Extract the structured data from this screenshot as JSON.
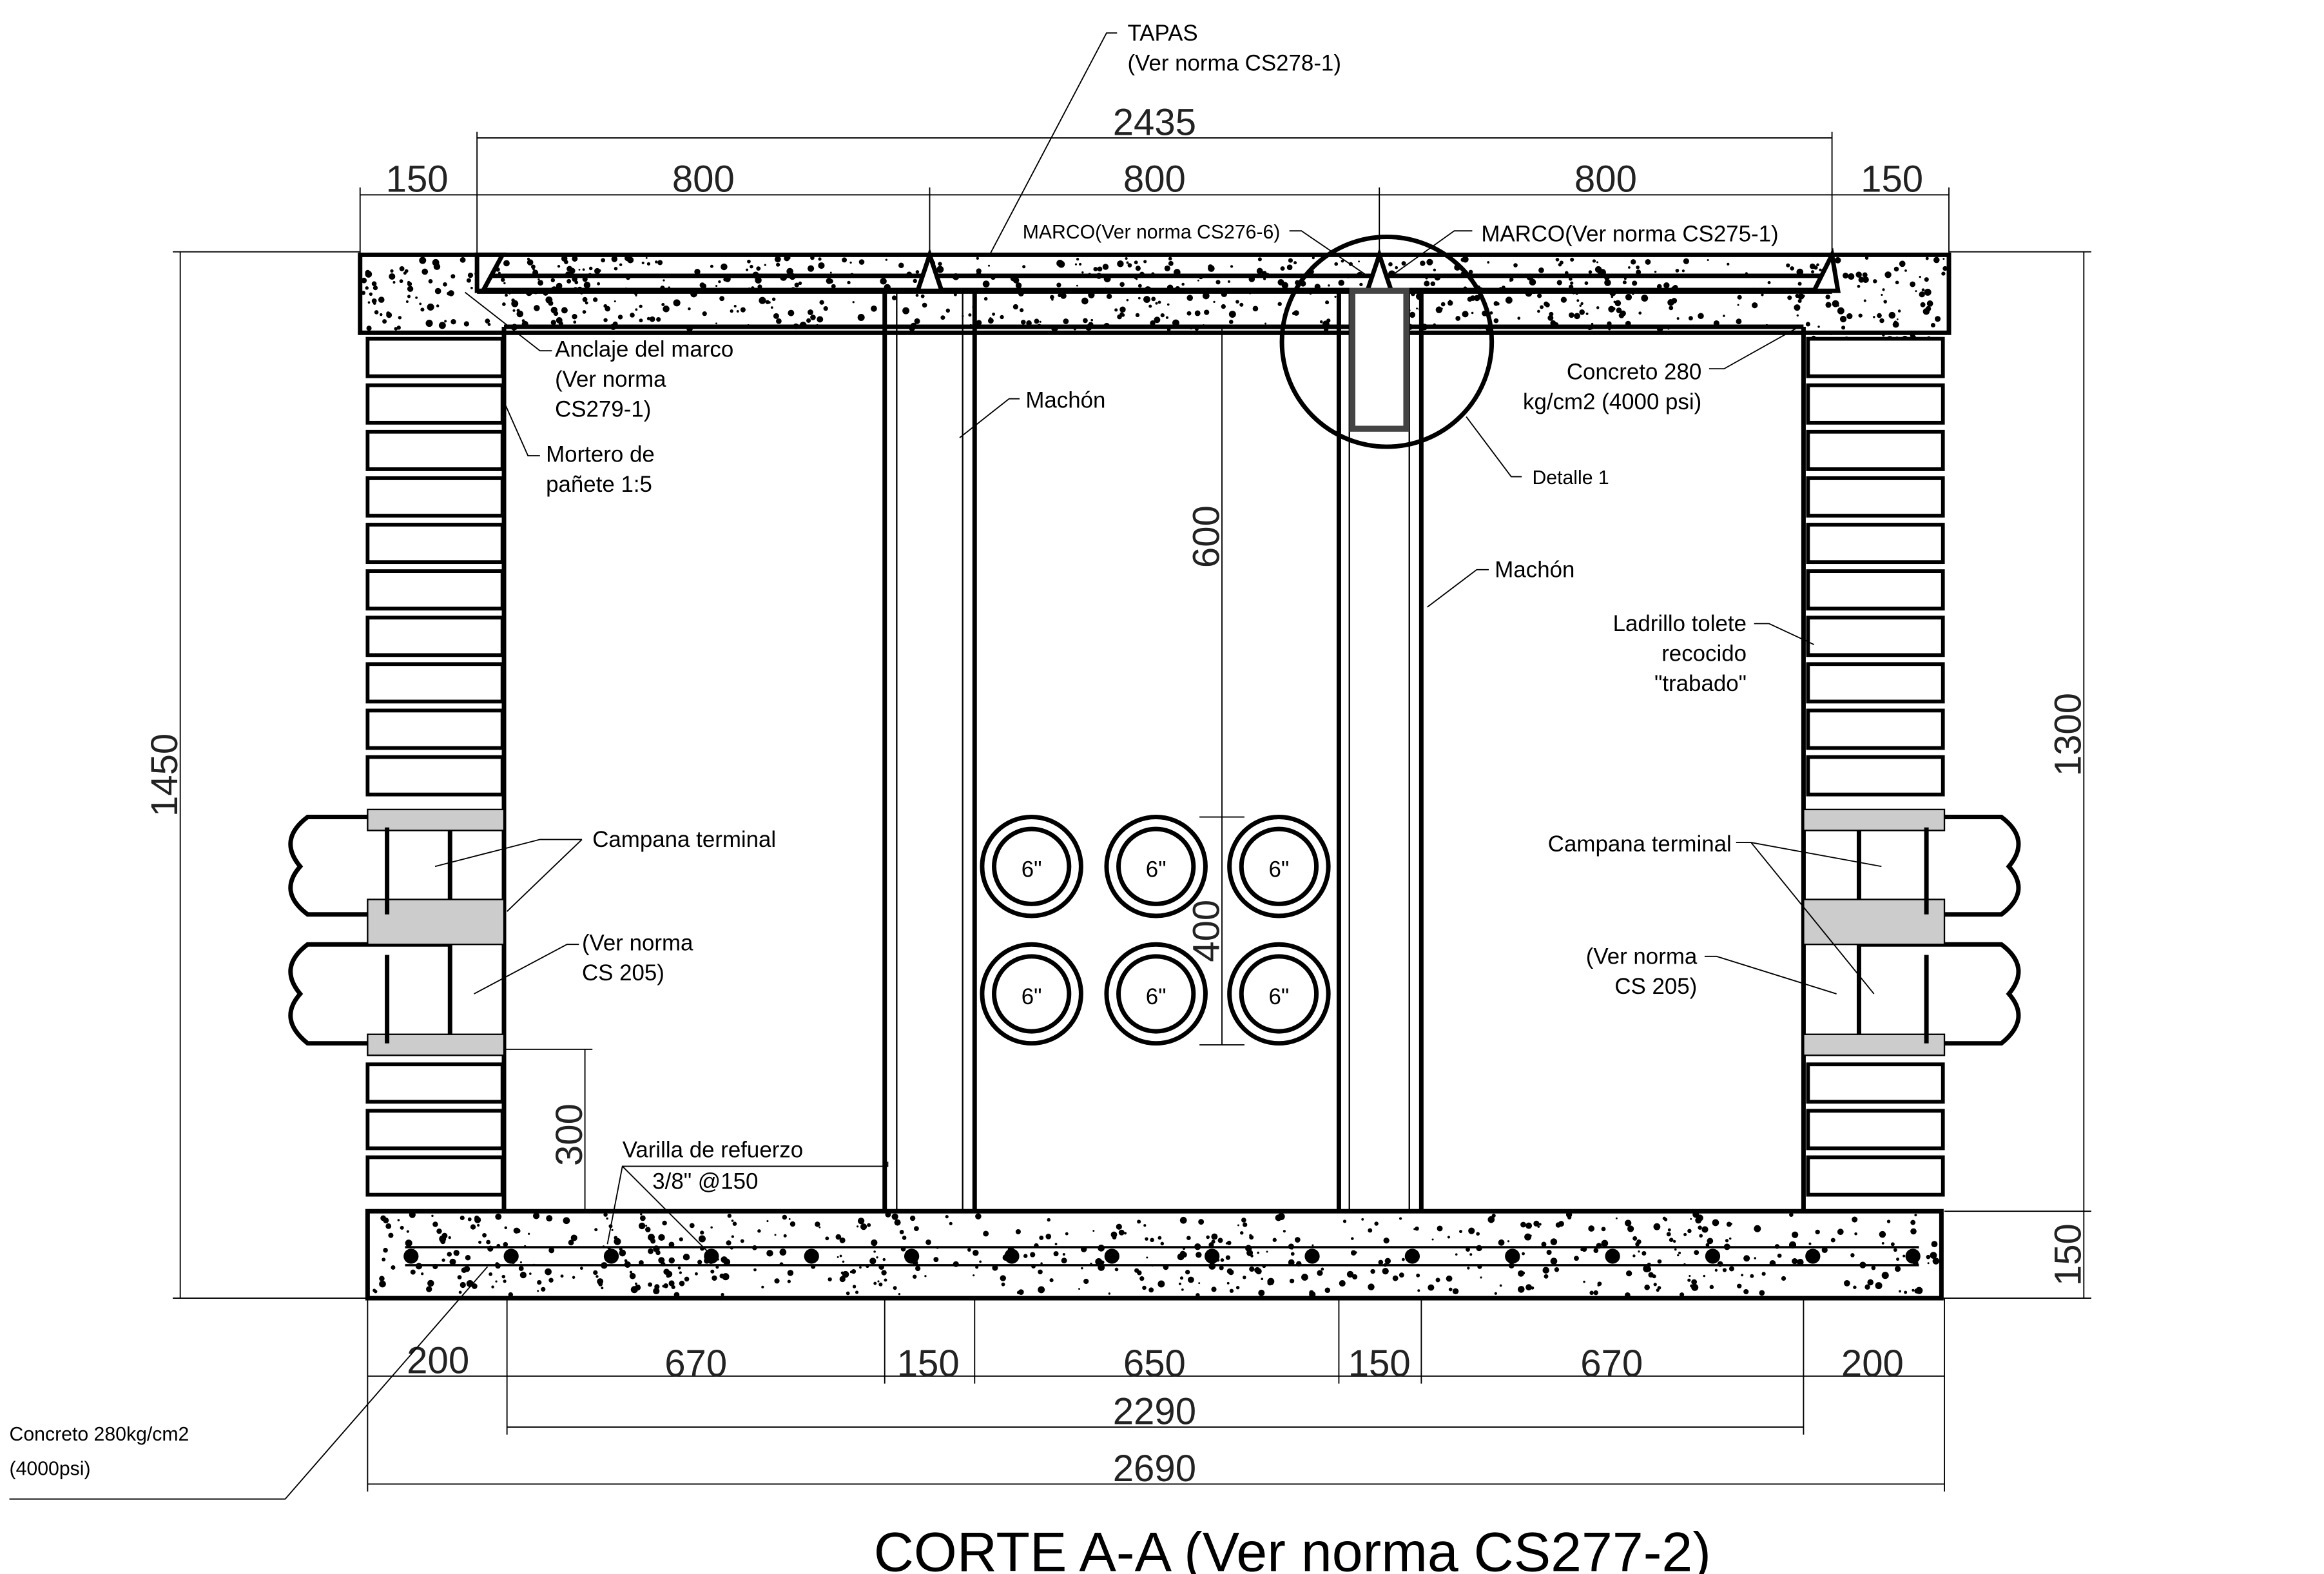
{
  "labels": {
    "tapas": "TAPAS",
    "tapas_ref": "(Ver norma CS278-1)",
    "marco_left": "MARCO(Ver norma CS276-6)",
    "marco_right": "MARCO(Ver norma CS275-1)",
    "anclaje_1": "Anclaje del marco",
    "anclaje_2": "(Ver norma",
    "anclaje_3": "CS279-1)",
    "mortero_1": "Mortero de",
    "mortero_2": "pañete 1:5",
    "machon_left": "Machón",
    "machon_right": "Machón",
    "concreto_top_1": "Concreto 280",
    "concreto_top_2": "kg/cm2 (4000 psi)",
    "detalle": "Detalle 1",
    "ladrillo_1": "Ladrillo tolete",
    "ladrillo_2": "recocido",
    "ladrillo_3": "\"trabado\"",
    "campana_left": "Campana terminal",
    "campana_right": "Campana terminal",
    "norma_left_1": "(Ver norma",
    "norma_left_2": "CS 205)",
    "norma_right_1": "(Ver norma",
    "norma_right_2": "CS 205)",
    "varilla_1": "Varilla de refuerzo",
    "varilla_2": "3/8\" @150",
    "concreto_bot_1": "Concreto 280kg/cm2",
    "concreto_bot_2": "(4000psi)",
    "pipe_sizes": [
      "6\"",
      "6\"",
      "6\"",
      "6\"",
      "6\"",
      "6\""
    ]
  },
  "dimensions": {
    "top_total": "2435",
    "top_parts": [
      "150",
      "800",
      "800",
      "800",
      "150"
    ],
    "left_height": "1450",
    "right_height": "1300",
    "right_slab": "150",
    "inner_600": "600",
    "inner_400": "400",
    "inner_300": "300",
    "bottom_parts": [
      "200",
      "670",
      "150",
      "650",
      "150",
      "670",
      "200"
    ],
    "bottom_inner": "2290",
    "bottom_total": "2690"
  },
  "title": "CORTE A-A (Ver norma CS277-2)"
}
